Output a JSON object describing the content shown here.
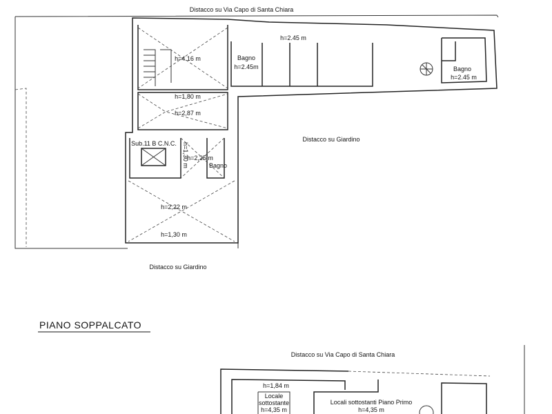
{
  "plan_top": {
    "street_label": "Distacco su Via Capo di Santa Chiara",
    "garden_label_right": "Distacco su Giardino",
    "garden_label_bottom": "Distacco su Giardino",
    "rooms": {
      "corridor_height": "h=2.45 m",
      "stair_room_height": "h=4.16 m",
      "bath1_label": "Bagno",
      "bath1_height": "h=2.45m",
      "bath2_label": "Bagno",
      "bath2_height": "h=2.45 m",
      "passage_height": "h=1,80 m",
      "room2_height": "h=2,87 m",
      "sub_label": "Sub.11 B C.N.C.",
      "stair_height": "h=1,30 m",
      "room3_height": "h=2,25 m",
      "bath3_label": "Bagno",
      "main_room_height": "h=2,22 m",
      "main_room_low_height": "h=1,30 m"
    }
  },
  "section_title": "PIANO SOPPALCATO",
  "plan_bottom": {
    "street_label": "Distacco su Via Capo di Santa Chiara",
    "room_height": "h=1,84 m",
    "locale_line1": "Locale",
    "locale_line2": "sottostante",
    "locale_height": "h=4,35 m",
    "locali_label": "Locali sottostanti Piano Primo",
    "locali_height": "h=4,35 m"
  }
}
